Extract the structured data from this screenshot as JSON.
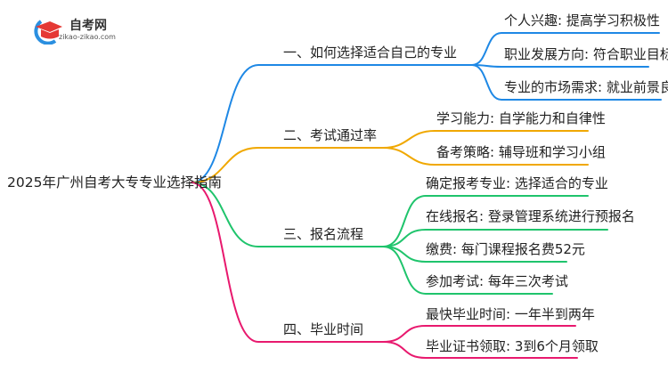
{
  "logo": {
    "title": "自考网",
    "url": "zikao-zikao.com"
  },
  "root": "2025年广州自考大专专业选择指南",
  "colors": {
    "b1": "#1e88e5",
    "b2": "#f0a800",
    "b3": "#1fc46c",
    "b4": "#e8196e"
  },
  "branches": [
    {
      "label": "一、如何选择适合自己的专业",
      "leaves": [
        "个人兴趣: 提高学习积极性",
        "职业发展方向: 符合职业目标",
        "专业的市场需求: 就业前景良好"
      ]
    },
    {
      "label": "二、考试通过率",
      "leaves": [
        "学习能力: 自学能力和自律性",
        "备考策略: 辅导班和学习小组"
      ]
    },
    {
      "label": "三、报名流程",
      "leaves": [
        "确定报考专业: 选择适合的专业",
        "在线报名: 登录管理系统进行预报名",
        "缴费: 每门课程报名费52元",
        "参加考试: 每年三次考试"
      ]
    },
    {
      "label": "四、毕业时间",
      "leaves": [
        "最快毕业时间: 一年半到两年",
        "毕业证书领取: 3到6个月领取"
      ]
    }
  ]
}
